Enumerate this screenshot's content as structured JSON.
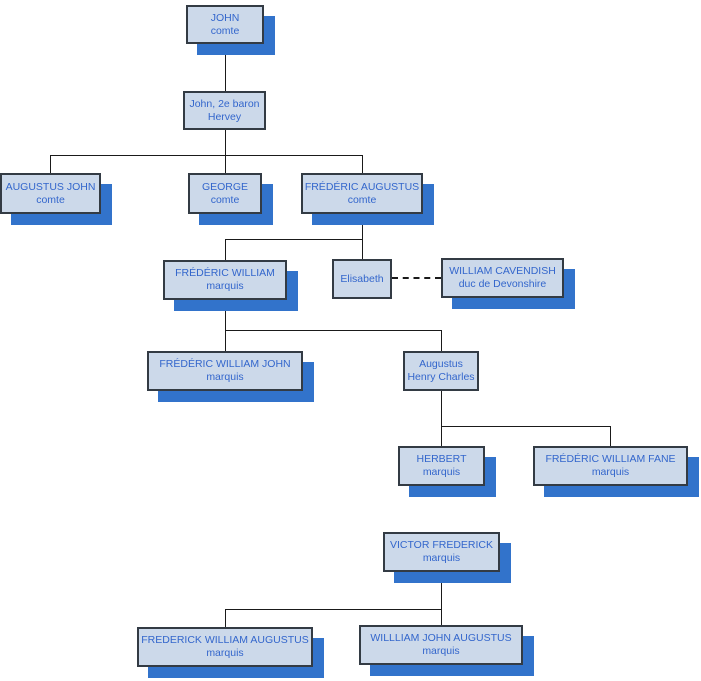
{
  "diagram": {
    "kind": "family-tree",
    "colors": {
      "node_fill": "#ccd9ea",
      "node_border": "#333b44",
      "node_shadow": "#3273cb",
      "text": "#3366cc",
      "connector": "#1a1a1a"
    },
    "nodes": {
      "john": {
        "name": "JOHN",
        "title": "comte"
      },
      "hervey": {
        "name": "John, 2e baron\nHervey"
      },
      "augustus_john": {
        "name": "AUGUSTUS JOHN",
        "title": "comte"
      },
      "george": {
        "name": "GEORGE",
        "title": "comte"
      },
      "frederic_augustus": {
        "name": "FRÉDÉRIC AUGUSTUS",
        "title": "comte"
      },
      "frederic_william": {
        "name": "FRÉDÉRIC WILLIAM",
        "title": "marquis"
      },
      "elisabeth": {
        "name": "Elisabeth"
      },
      "william_cavendish": {
        "name": "WILLIAM CAVENDISH",
        "title": "duc de Devonshire"
      },
      "frederic_william_john": {
        "name": "FRÉDÉRIC WILLIAM JOHN",
        "title": "marquis"
      },
      "augustus_henry_charles": {
        "name": "Augustus\nHenry Charles"
      },
      "herbert": {
        "name": "HERBERT",
        "title": "marquis"
      },
      "frederic_william_fane": {
        "name": "FRÉDÉRIC WILLIAM FANE",
        "title": "marquis"
      },
      "victor_frederick": {
        "name": "VICTOR FREDERICK",
        "title": "marquis"
      },
      "frederick_william_augustus": {
        "name": "FREDERICK WILLIAM AUGUSTUS",
        "title": "marquis"
      },
      "willliam_john_augustus": {
        "name": "WILLLIAM JOHN AUGUSTUS",
        "title": "marquis"
      }
    },
    "relations": [
      {
        "type": "parent-child",
        "from": "john",
        "to": [
          "hervey"
        ]
      },
      {
        "type": "parent-child",
        "from": "hervey",
        "to": [
          "augustus_john",
          "george",
          "frederic_augustus"
        ]
      },
      {
        "type": "parent-child",
        "from": "frederic_augustus",
        "to": [
          "frederic_william",
          "elisabeth"
        ]
      },
      {
        "type": "marriage-dashed",
        "from": "elisabeth",
        "to": [
          "william_cavendish"
        ]
      },
      {
        "type": "parent-child",
        "from": "frederic_william",
        "to": [
          "frederic_william_john",
          "augustus_henry_charles"
        ]
      },
      {
        "type": "parent-child",
        "from": "augustus_henry_charles",
        "to": [
          "herbert",
          "frederic_william_fane"
        ]
      },
      {
        "type": "parent-child",
        "from": "victor_frederick",
        "to": [
          "frederick_william_augustus",
          "willliam_john_augustus"
        ]
      }
    ]
  }
}
